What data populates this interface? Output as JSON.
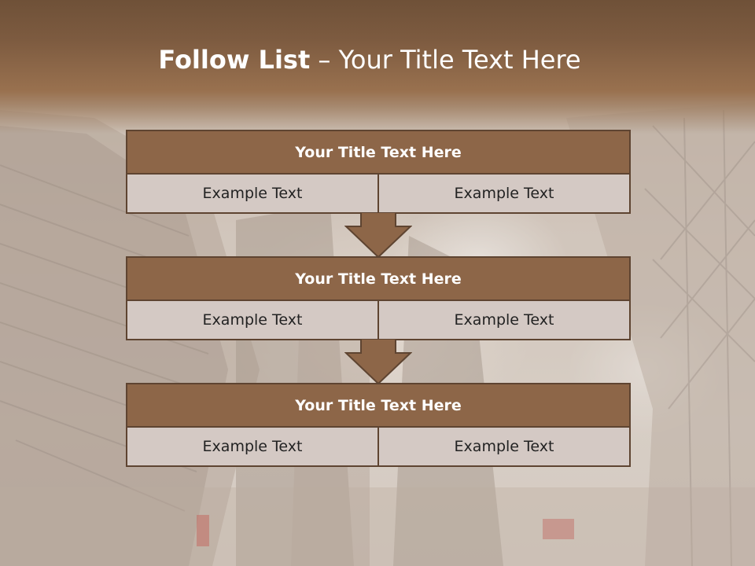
{
  "slide": {
    "title_bold": "Follow List",
    "title_rest": " – Your Title Text Here"
  },
  "flow": [
    {
      "heading": "Your Title Text Here",
      "left": "Example Text",
      "right": "Example Text"
    },
    {
      "heading": "Your Title Text Here",
      "left": "Example Text",
      "right": "Example Text"
    },
    {
      "heading": "Your Title Text Here",
      "left": "Example Text",
      "right": "Example Text"
    }
  ],
  "colors": {
    "header_brown": "#7d5b40",
    "box_head": "#8d6648",
    "box_border": "#5e4431",
    "cell_fill": "#d4c9c4"
  }
}
